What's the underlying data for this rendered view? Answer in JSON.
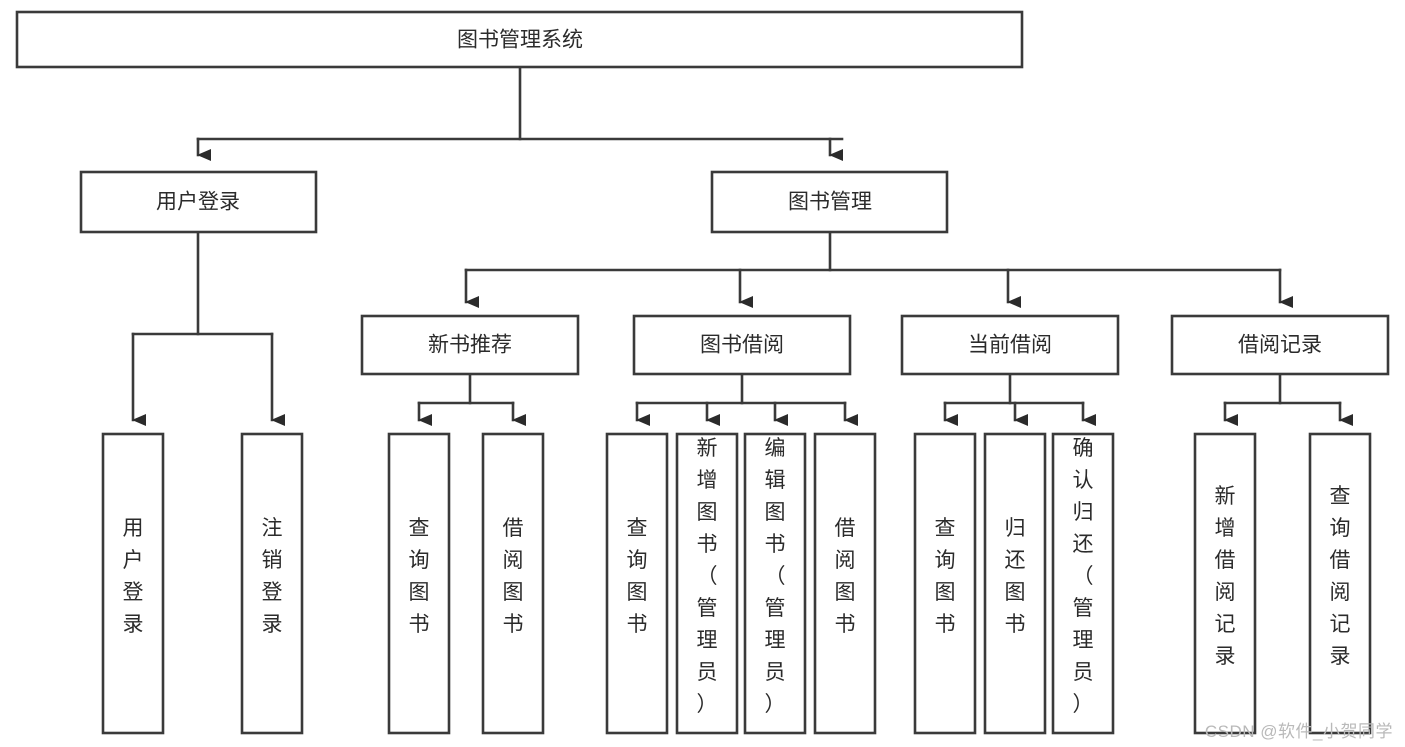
{
  "diagram": {
    "type": "tree",
    "title": "图书管理系统",
    "watermark": "CSDN @软件_小贺同学",
    "orientation": "top-down",
    "colors": {
      "box_fill": "#ffffff",
      "box_stroke": "#3a3a3a",
      "line": "#3a3a3a",
      "text": "#2b2b2b",
      "watermark": "#b9b9b9",
      "background": "#ffffff"
    },
    "nodes": {
      "root": {
        "label": "图书管理系统"
      },
      "level2": [
        {
          "id": "user-login",
          "label": "用户登录"
        },
        {
          "id": "book-manage",
          "label": "图书管理"
        }
      ],
      "level3": [
        {
          "id": "new-book-rec",
          "label": "新书推荐"
        },
        {
          "id": "book-borrow",
          "label": "图书借阅"
        },
        {
          "id": "current-borrow",
          "label": "当前借阅"
        },
        {
          "id": "borrow-record",
          "label": "借阅记录"
        }
      ],
      "leaves": {
        "user-login": [
          {
            "id": "leaf-user-login",
            "label": "用户登录"
          },
          {
            "id": "leaf-logout-login",
            "label": "注销登录"
          }
        ],
        "new-book-rec": [
          {
            "id": "leaf-query-book-1",
            "label": "查询图书"
          },
          {
            "id": "leaf-borrow-book-1",
            "label": "借阅图书"
          }
        ],
        "book-borrow": [
          {
            "id": "leaf-query-book-2",
            "label": "查询图书"
          },
          {
            "id": "leaf-add-book",
            "label": "新增图书（管理员）"
          },
          {
            "id": "leaf-edit-book",
            "label": "编辑图书（管理员）"
          },
          {
            "id": "leaf-borrow-book-2",
            "label": "借阅图书"
          }
        ],
        "current-borrow": [
          {
            "id": "leaf-query-book-3",
            "label": "查询图书"
          },
          {
            "id": "leaf-return-book",
            "label": "归还图书"
          },
          {
            "id": "leaf-confirm-return",
            "label": "确认归还（管理员）"
          }
        ],
        "borrow-record": [
          {
            "id": "leaf-add-record",
            "label": "新增借阅记录"
          },
          {
            "id": "leaf-query-record",
            "label": "查询借阅记录"
          }
        ]
      }
    }
  }
}
